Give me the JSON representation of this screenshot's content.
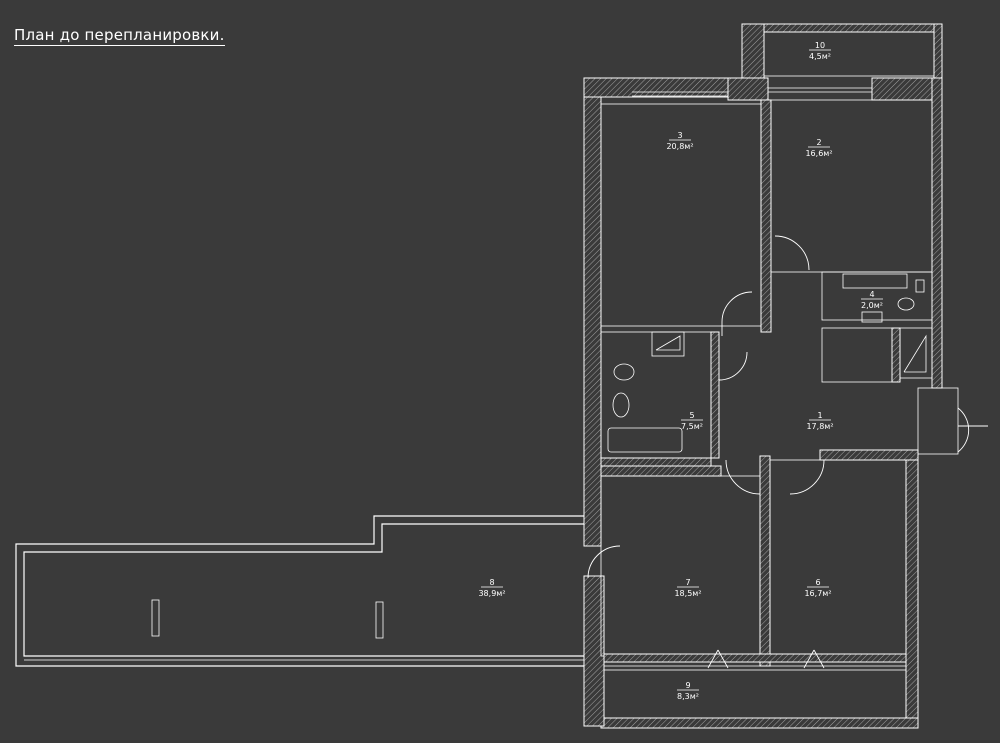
{
  "title": "План до перепланировки.",
  "rooms": [
    {
      "number": "1",
      "area": "17,8м²"
    },
    {
      "number": "2",
      "area": "16,6м²"
    },
    {
      "number": "3",
      "area": "20,8м²"
    },
    {
      "number": "4",
      "area": "2,0м²"
    },
    {
      "number": "5",
      "area": "7,5м²"
    },
    {
      "number": "6",
      "area": "16,7м²"
    },
    {
      "number": "7",
      "area": "18,5м²"
    },
    {
      "number": "8",
      "area": "38,9м²"
    },
    {
      "number": "9",
      "area": "8,3м²"
    },
    {
      "number": "10",
      "area": "4,5м²"
    }
  ],
  "colors": {
    "background": "#3a3a3a",
    "lines": "#ffffff"
  }
}
